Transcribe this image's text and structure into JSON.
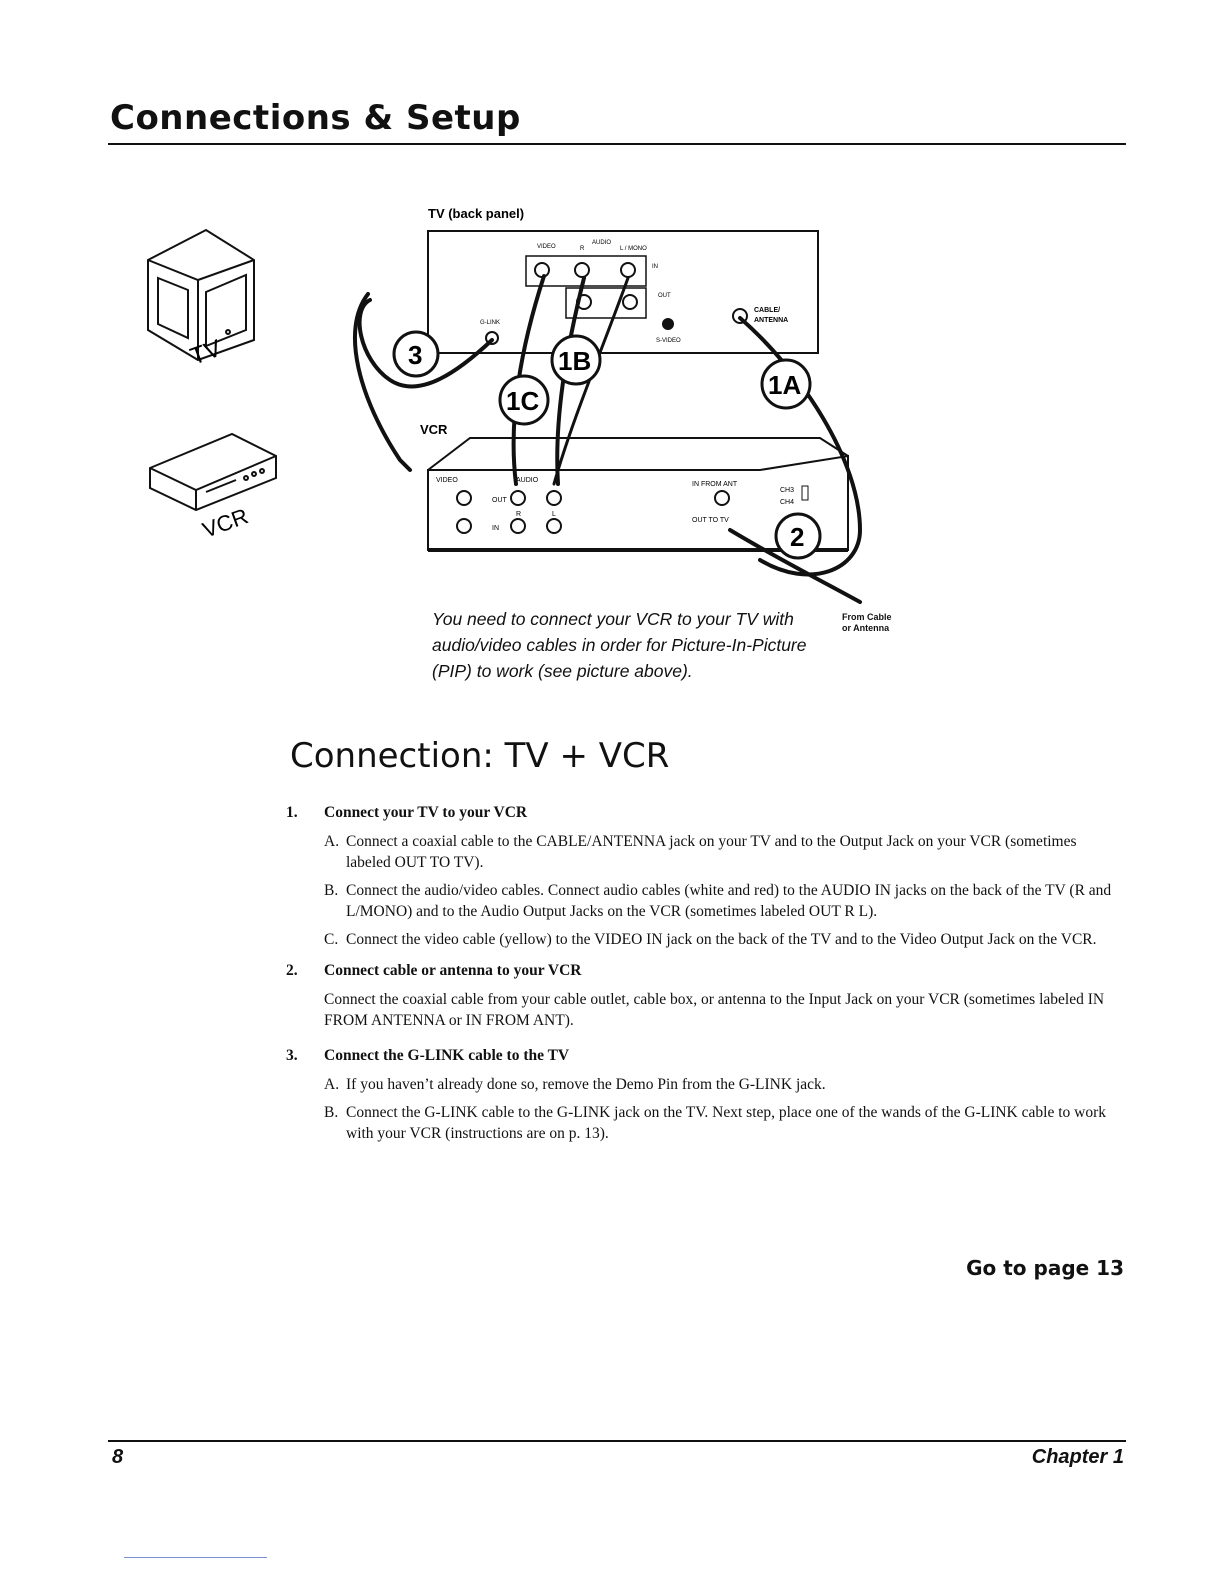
{
  "header": {
    "title": "Connections & Setup"
  },
  "diagram": {
    "tv_panel_label": "TV (back panel)",
    "audio_label": "AUDIO",
    "video_label": "VIDEO",
    "r_label": "R",
    "lmono_label": "L / MONO",
    "in_label": "IN",
    "out_label": "OUT",
    "svideo_label": "S-VIDEO",
    "cable_antenna_label_1": "CABLE/",
    "cable_antenna_label_2": "ANTENNA",
    "glink_label": "G-LINK",
    "vcr_label": "VCR",
    "vcr_video_label": "VIDEO",
    "vcr_audio_label": "AUDIO",
    "vcr_out_label": "OUT",
    "vcr_in_label": "IN",
    "vcr_r_label": "R",
    "vcr_l_label": "L",
    "vcr_in_from_ant_label": "IN FROM ANT",
    "vcr_out_to_tv_label": "OUT TO TV",
    "ch3_label": "CH3",
    "ch4_label": "CH4",
    "callouts": [
      "3",
      "1C",
      "1B",
      "1A",
      "2"
    ],
    "tv_icon_label": "TV",
    "vcr_icon_label": "VCR"
  },
  "caption": "You need to connect your VCR to your TV with audio/video cables in order for Picture-In-Picture (PIP) to work (see picture above).",
  "from_cable": {
    "line1": "From Cable",
    "line2": "or Antenna"
  },
  "section_title": "Connection: TV + VCR",
  "steps": [
    {
      "num": "1.",
      "title": "Connect your TV to your VCR",
      "subs": [
        {
          "letter": "A.",
          "text": "Connect a coaxial cable to the CABLE/ANTENNA jack on your TV and to the Output Jack on your VCR (sometimes labeled OUT TO TV)."
        },
        {
          "letter": "B.",
          "text": "Connect the audio/video cables. Connect audio cables (white and red) to the AUDIO IN jacks on the back of the TV (R and L/MONO) and to the Audio Output Jacks on the VCR (sometimes labeled OUT R L)."
        },
        {
          "letter": "C.",
          "text": "Connect the video cable (yellow) to the VIDEO IN jack on the back of the TV and to the Video Output Jack on the VCR."
        }
      ]
    },
    {
      "num": "2.",
      "title": "Connect cable or antenna to your VCR",
      "text": "Connect the coaxial cable from your cable outlet, cable box, or antenna to the Input Jack on your VCR (sometimes labeled IN FROM ANTENNA or IN FROM ANT)."
    },
    {
      "num": "3.",
      "title": "Connect the G-LINK cable to the TV",
      "subs": [
        {
          "letter": "A.",
          "text": "If you haven’t already done so, remove the Demo Pin from the G-LINK jack."
        },
        {
          "letter": "B.",
          "text": "Connect the G-LINK cable to the G-LINK jack on the TV. Next step, place one of the wands of the G-LINK cable to work with your VCR (instructions are on p. 13)."
        }
      ]
    }
  ],
  "goto": "Go to page 13",
  "footer": {
    "page_number": "8",
    "chapter": "Chapter 1"
  }
}
